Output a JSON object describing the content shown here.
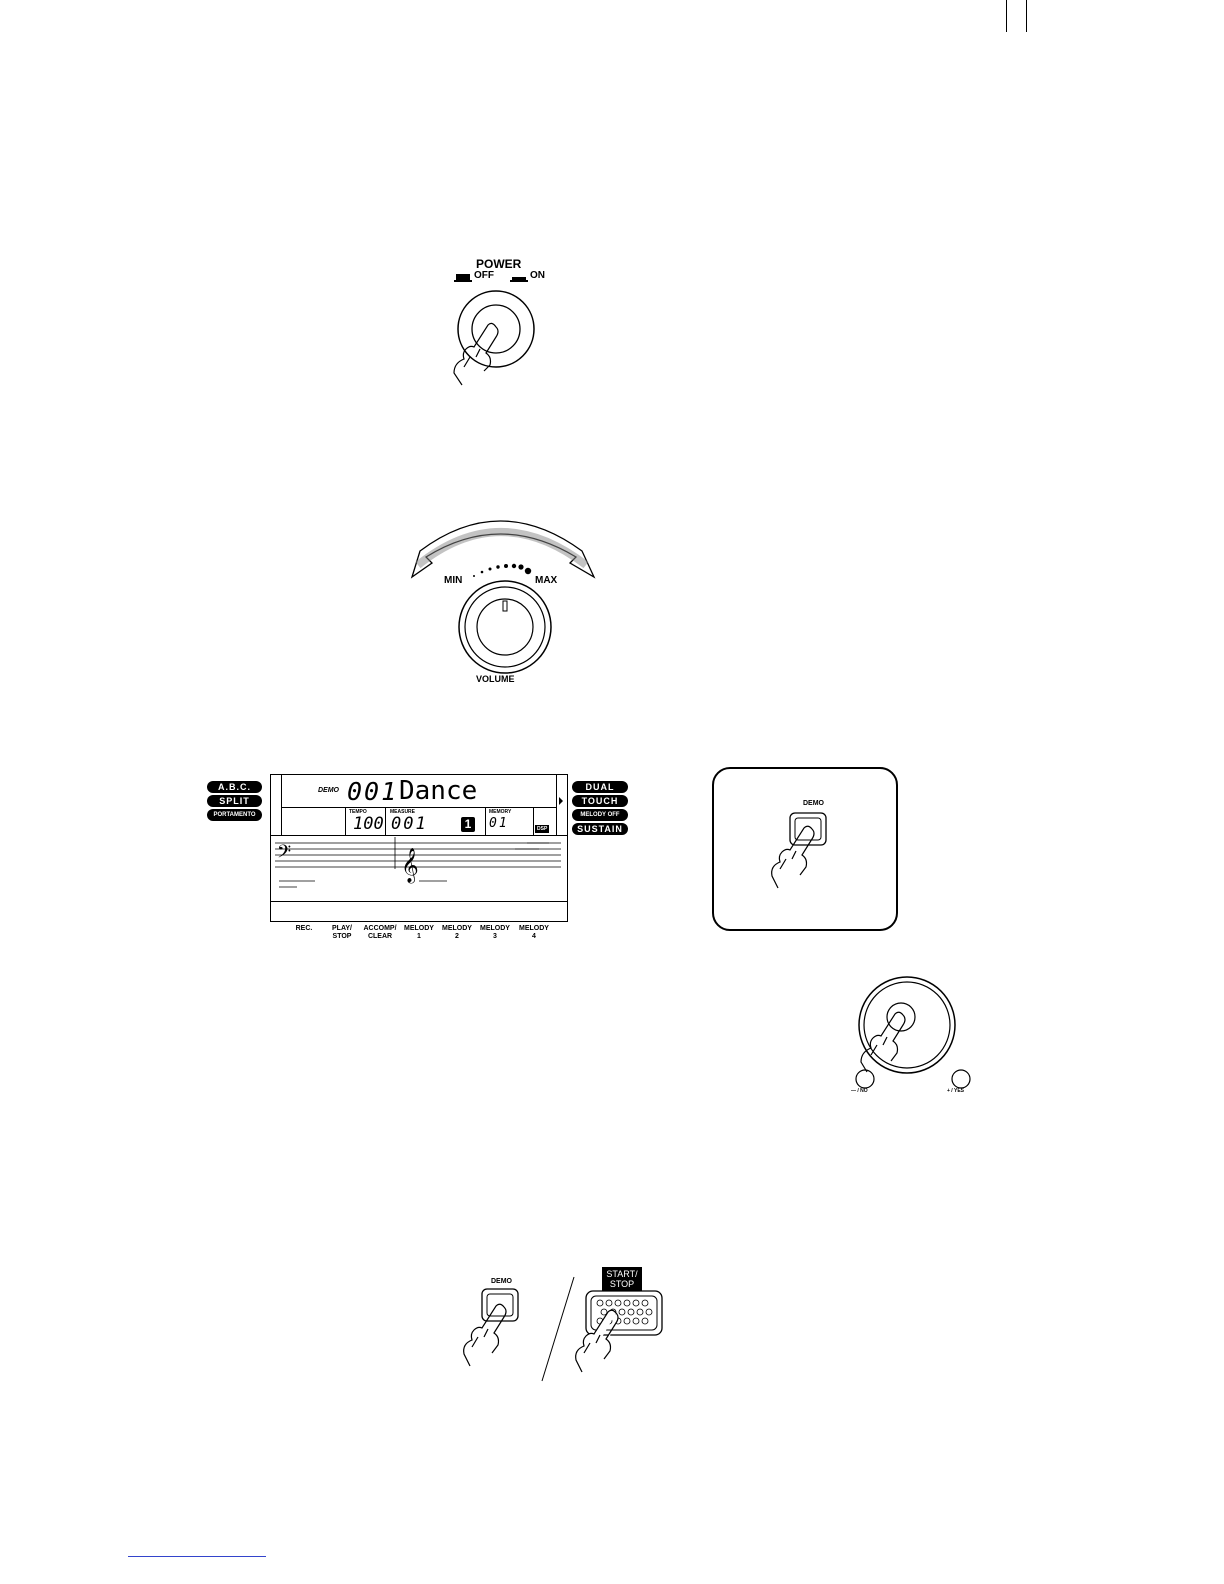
{
  "power": {
    "title": "POWER",
    "off": "OFF",
    "on": "ON"
  },
  "volume": {
    "min": "MIN",
    "max": "MAX",
    "label": "VOLUME"
  },
  "lcd": {
    "demo": "DEMO",
    "number": "001",
    "name": "Dance",
    "tempo_label": "TEMPO",
    "tempo_value": "100",
    "measure_label": "MEASURE",
    "measure_value": "001",
    "beat_value": "1",
    "memory_label": "MEMORY",
    "memory_value": "01",
    "dsp": "DSP",
    "left_badges": [
      "A.B.C.",
      "SPLIT",
      "PORTAMENTO"
    ],
    "right_badges": [
      "DUAL",
      "TOUCH",
      "MELODY OFF",
      "SUSTAIN"
    ],
    "bottom_buttons": [
      [
        "REC.",
        ""
      ],
      [
        "PLAY/",
        "STOP"
      ],
      [
        "ACCOMP/",
        "CLEAR"
      ],
      [
        "MELODY",
        "1"
      ],
      [
        "MELODY",
        "2"
      ],
      [
        "MELODY",
        "3"
      ],
      [
        "MELODY",
        "4"
      ]
    ]
  },
  "demo_button": {
    "label": "DEMO"
  },
  "dial": {
    "minus": "— / NO",
    "plus": "+ / YES"
  },
  "stop_demo": {
    "demo": "DEMO",
    "start_stop_line1": "START/",
    "start_stop_line2": "STOP"
  }
}
